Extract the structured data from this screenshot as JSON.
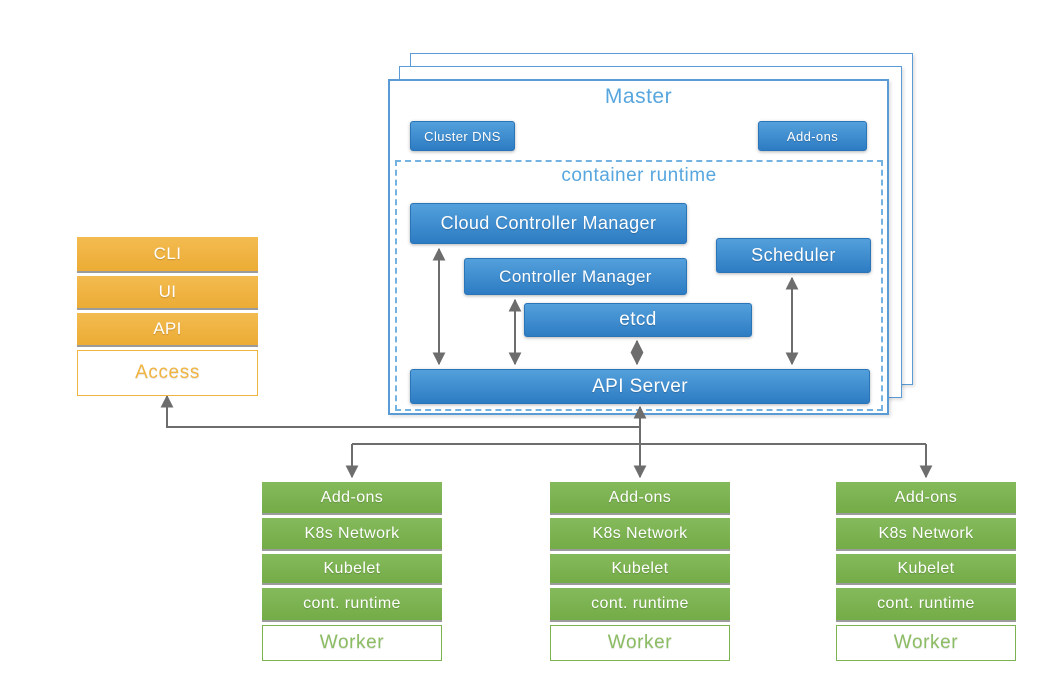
{
  "master": {
    "title": "Master",
    "cluster_dns_label": "Cluster DNS",
    "addons_label": "Add-ons",
    "container_runtime": {
      "title": "container runtime",
      "cloud_controller_manager": "Cloud Controller Manager",
      "controller_manager": "Controller Manager",
      "scheduler": "Scheduler",
      "etcd": "etcd",
      "api_server": "API Server"
    }
  },
  "access": {
    "rows": [
      "CLI",
      "UI",
      "API"
    ],
    "label": "Access"
  },
  "workers": [
    {
      "rows": [
        "Add-ons",
        "K8s Network",
        "Kubelet",
        "cont. runtime"
      ],
      "label": "Worker"
    },
    {
      "rows": [
        "Add-ons",
        "K8s Network",
        "Kubelet",
        "cont. runtime"
      ],
      "label": "Worker"
    },
    {
      "rows": [
        "Add-ons",
        "K8s Network",
        "Kubelet",
        "cont. runtime"
      ],
      "label": "Worker"
    }
  ],
  "colors": {
    "blue_top": "#54a0dc",
    "blue_bottom": "#2d7cc3",
    "blue_border": "#2a74b8",
    "master_border": "#5b9bd5",
    "light_blue_text": "#58a6de",
    "dashed_border": "#74b2e2",
    "orange": "#f0b441",
    "green": "#7cb351",
    "connector": "#6d6d6d",
    "separator": "#9b9b9b"
  }
}
